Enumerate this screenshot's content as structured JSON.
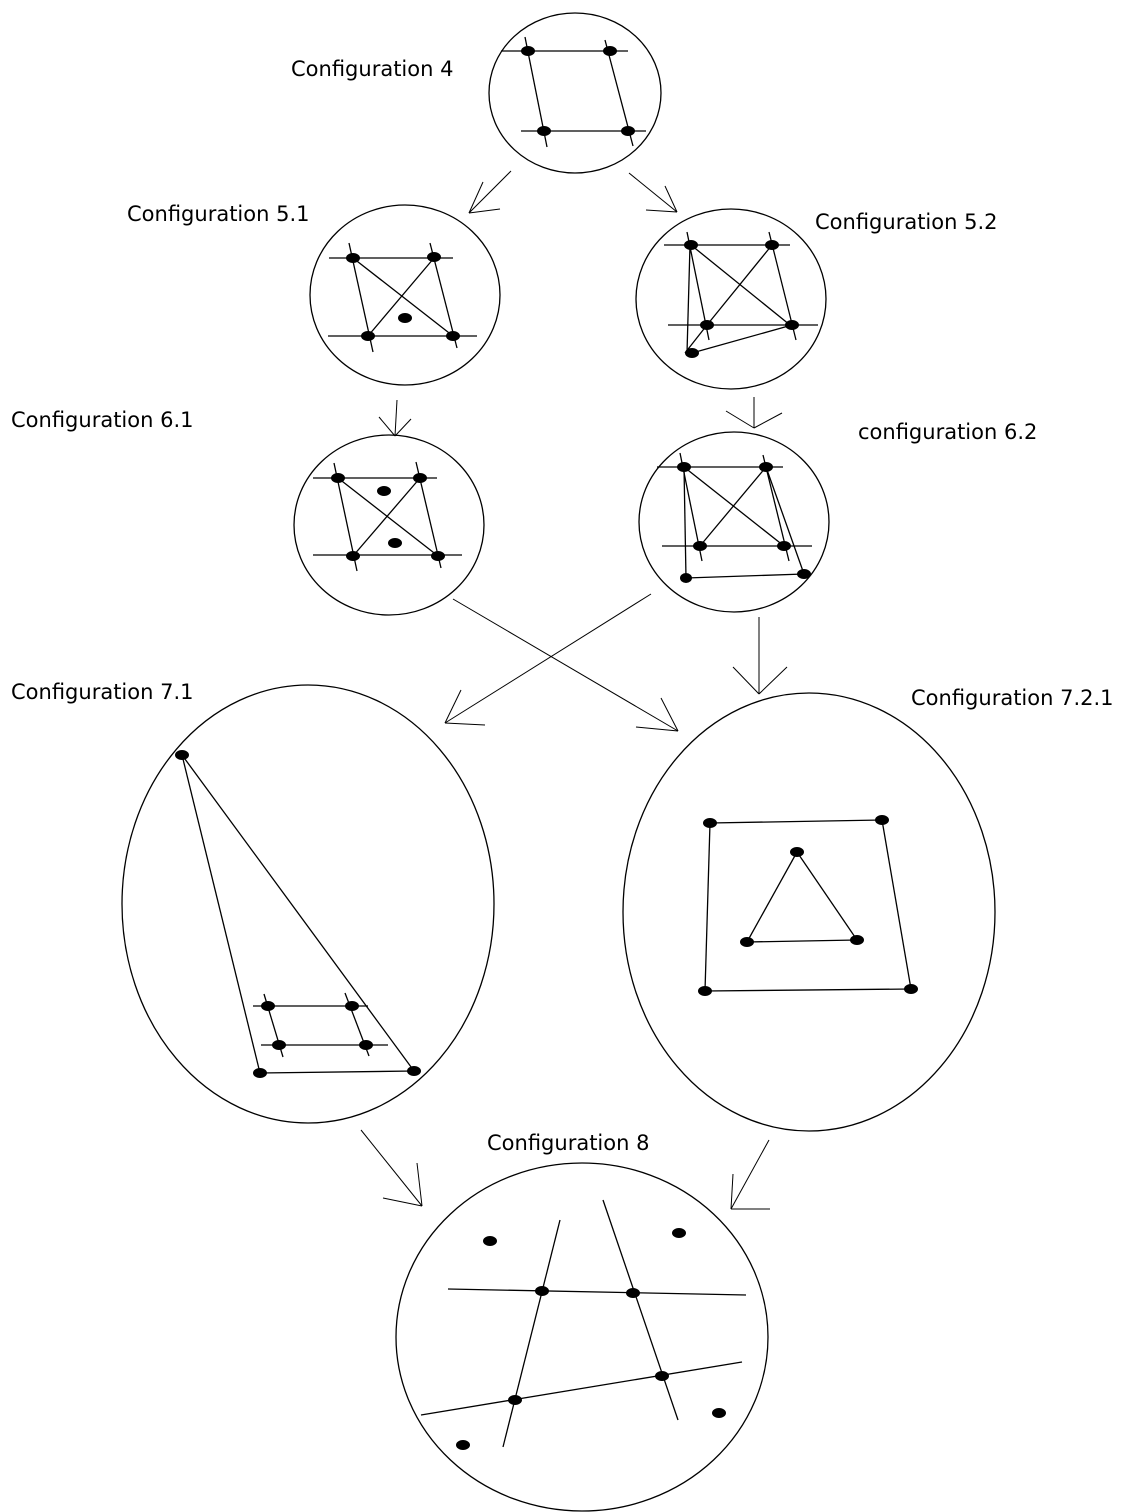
{
  "diagram": {
    "configs": [
      {
        "id": "c4",
        "label": "Configuration 4"
      },
      {
        "id": "c51",
        "label": "Configuration 5.1"
      },
      {
        "id": "c52",
        "label": "Configuration 5.2"
      },
      {
        "id": "c61",
        "label": "Configuration 6.1"
      },
      {
        "id": "c62",
        "label": "configuration 6.2"
      },
      {
        "id": "c71",
        "label": "Configuration 7.1"
      },
      {
        "id": "c721",
        "label": "Configuration 7.2.1"
      },
      {
        "id": "c8",
        "label": "Configuration 8"
      }
    ],
    "transitions": [
      {
        "from": "c4",
        "to": "c51"
      },
      {
        "from": "c4",
        "to": "c52"
      },
      {
        "from": "c51",
        "to": "c61"
      },
      {
        "from": "c52",
        "to": "c62"
      },
      {
        "from": "c61",
        "to": "c721"
      },
      {
        "from": "c62",
        "to": "c71"
      },
      {
        "from": "c62",
        "to": "c721"
      },
      {
        "from": "c71",
        "to": "c8"
      },
      {
        "from": "c721",
        "to": "c8"
      }
    ]
  }
}
